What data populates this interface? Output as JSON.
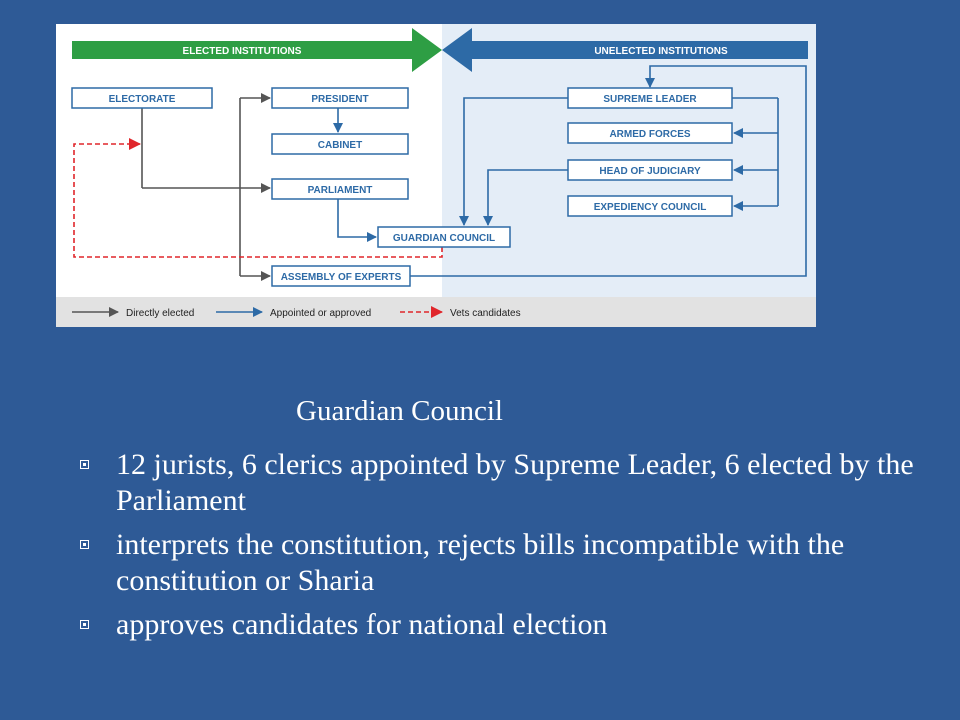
{
  "diagram": {
    "header_elected": "ELECTED INSTITUTIONS",
    "header_unelected": "UNELECTED INSTITUTIONS",
    "boxes": {
      "electorate": "ELECTORATE",
      "president": "PRESIDENT",
      "cabinet": "CABINET",
      "parliament": "PARLIAMENT",
      "guardian_council": "GUARDIAN COUNCIL",
      "assembly_of_experts": "ASSEMBLY OF EXPERTS",
      "supreme_leader": "SUPREME LEADER",
      "armed_forces": "ARMED FORCES",
      "head_of_judiciary": "HEAD OF JUDICIARY",
      "expediency_council": "EXPEDIENCY COUNCIL"
    },
    "legend": {
      "directly_elected": "Directly elected",
      "appointed_or_approved": "Appointed or approved",
      "vets_candidates": "Vets candidates"
    },
    "colors": {
      "elected_green": "#2e9e44",
      "unelected_blue": "#2d6aa6",
      "unelected_bg": "#e4edf7",
      "direct_arrow": "#555555",
      "appointed_arrow": "#2d6aa6",
      "vets_arrow": "#e0262b"
    }
  },
  "slide": {
    "title": "Guardian Council",
    "bullets": [
      "12 jurists, 6 clerics appointed by Supreme Leader, 6 elected by the Parliament",
      "interprets the constitution, rejects bills incompatible with the constitution or Sharia",
      "approves candidates for national election"
    ]
  }
}
